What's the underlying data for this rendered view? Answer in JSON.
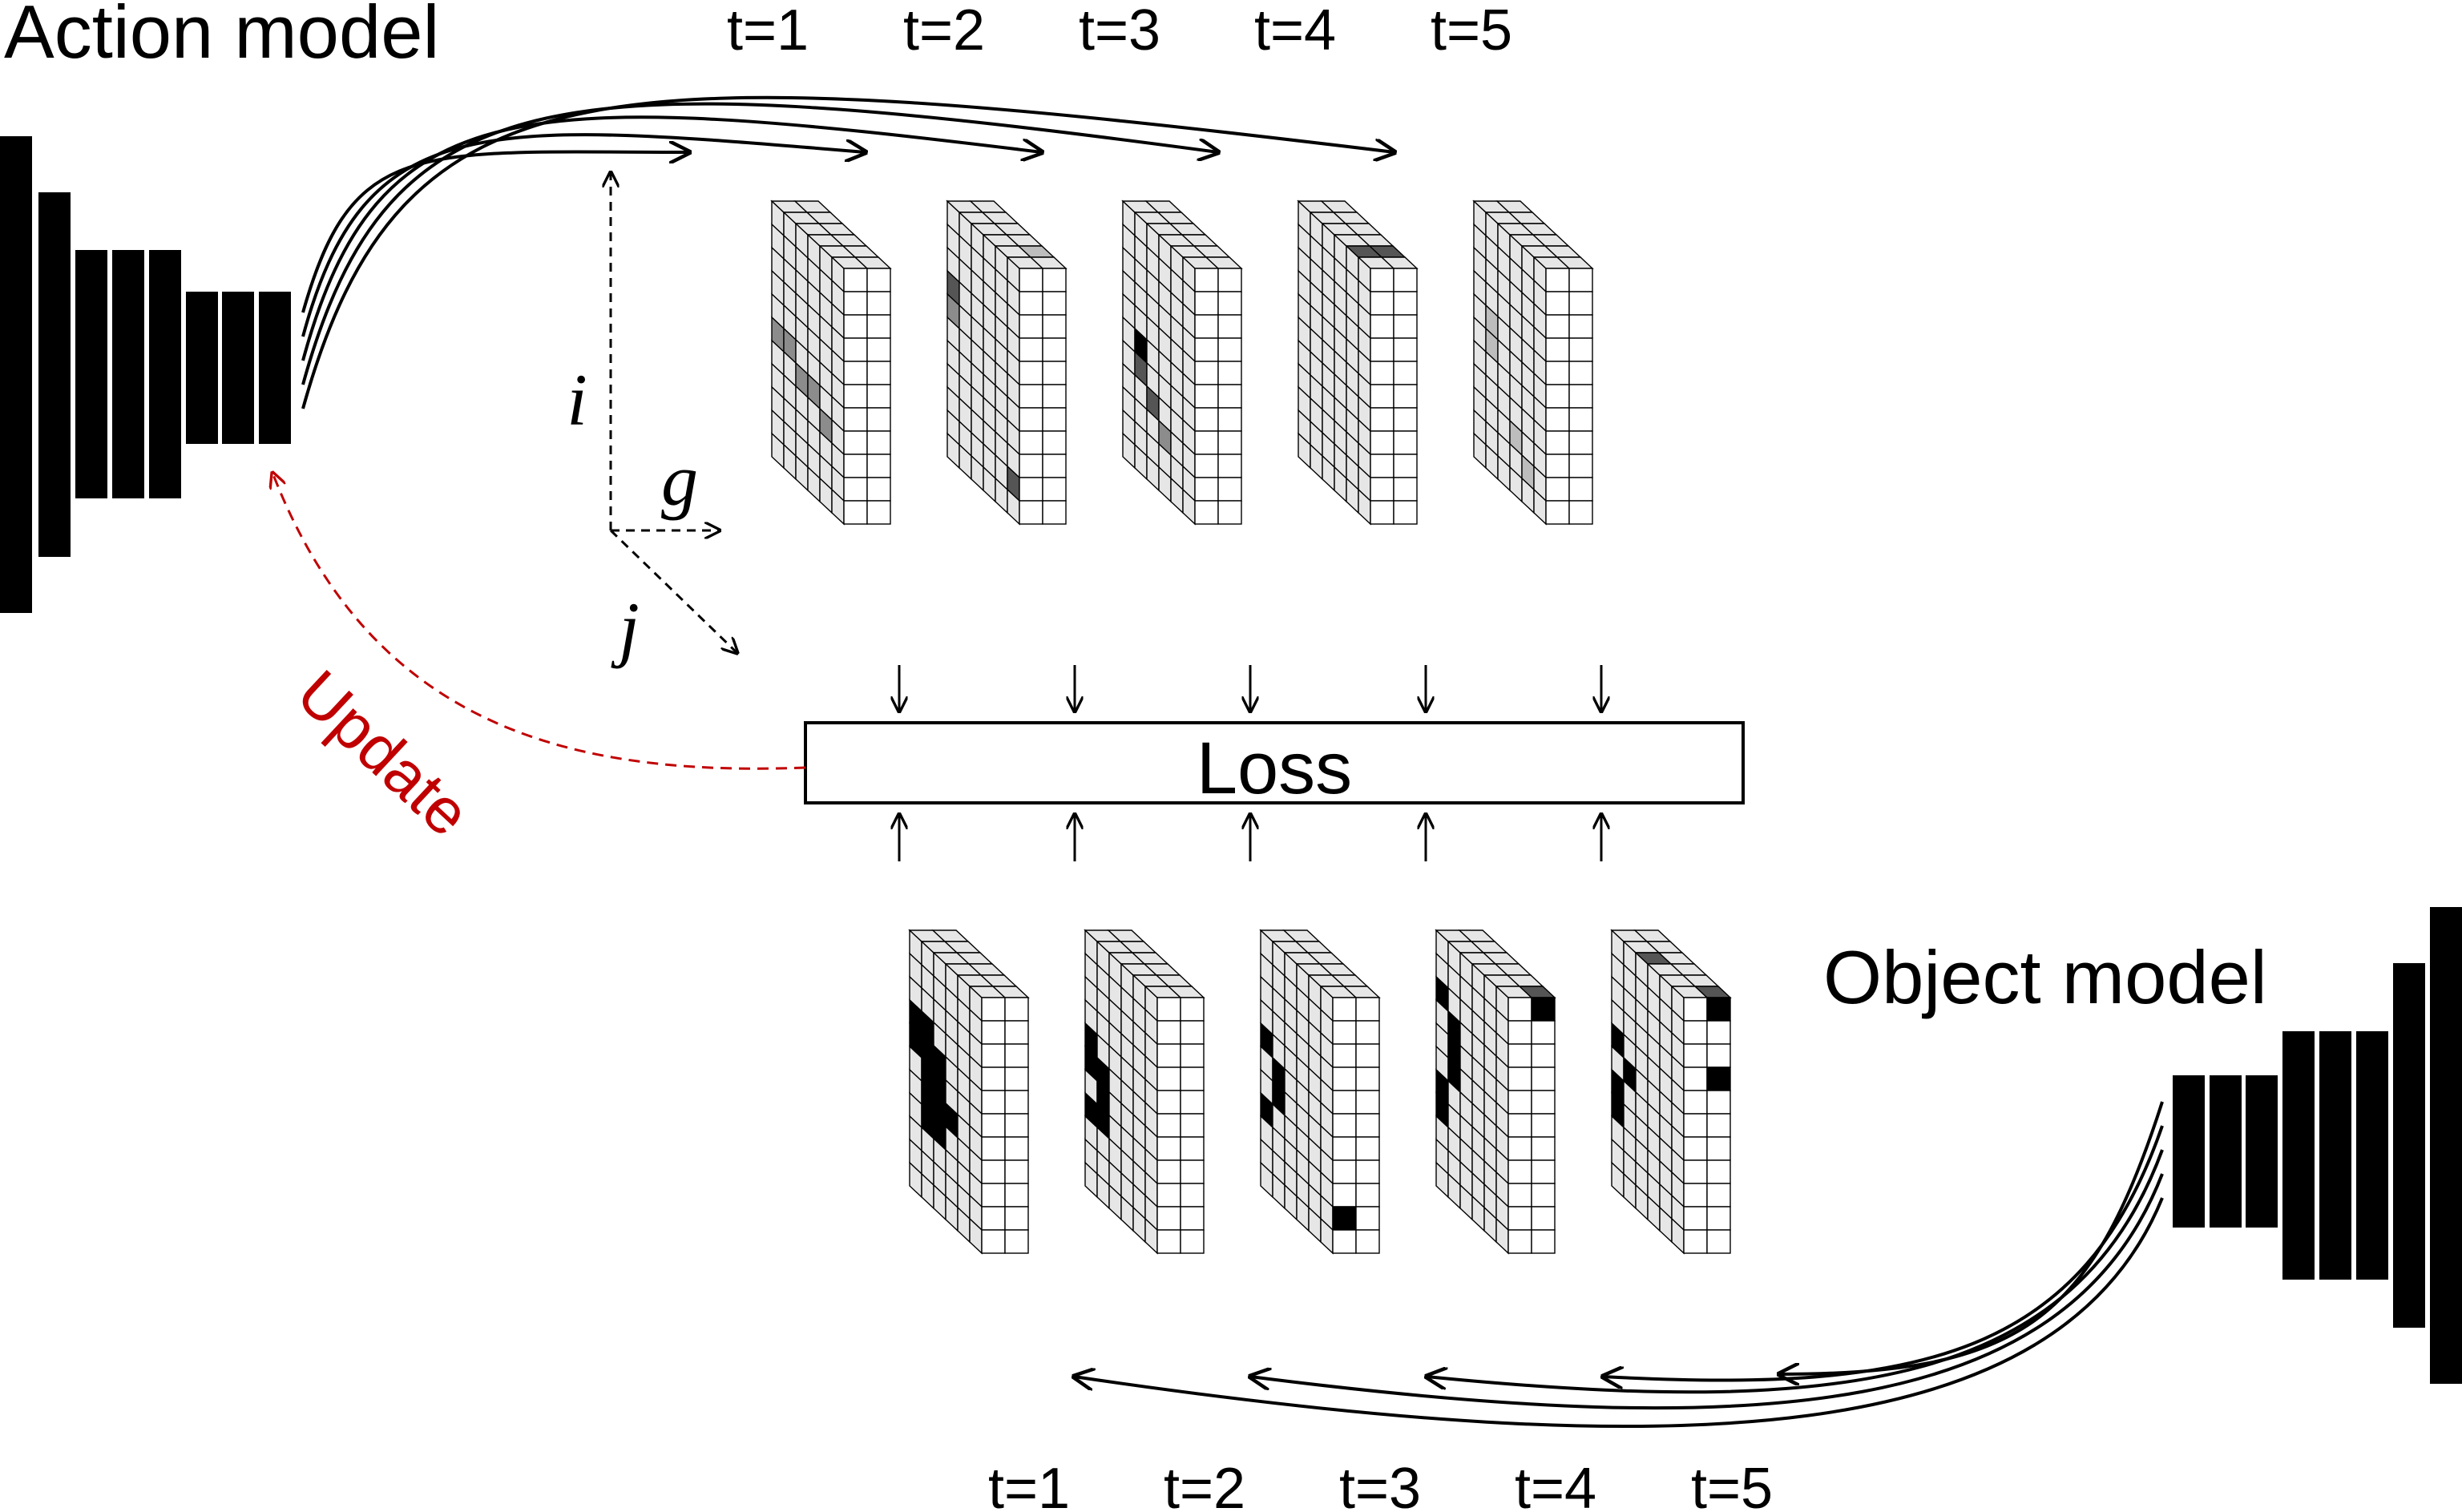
{
  "labels": {
    "action_model": "Action model",
    "object_model": "Object model",
    "loss": "Loss",
    "update": "Update",
    "axis_i": "i",
    "axis_j": "j",
    "axis_g": "g"
  },
  "time_steps_top": [
    "t=1",
    "t=2",
    "t=3",
    "t=4",
    "t=5"
  ],
  "time_steps_bottom": [
    "t=1",
    "t=2",
    "t=3",
    "t=4",
    "t=5"
  ],
  "colors": {
    "ink": "#000000",
    "cell": "#e6e6e6",
    "face": "#ffffff",
    "update": "#c00000",
    "gray_dark": "#555555",
    "gray_mid": "#8c8c8c",
    "gray_light": "#bdbdbd"
  }
}
